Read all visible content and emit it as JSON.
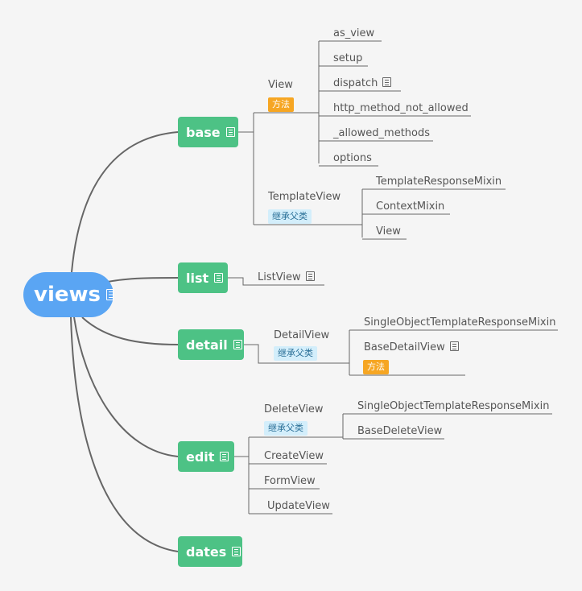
{
  "root": {
    "label": "views"
  },
  "branches": {
    "base": {
      "label": "base",
      "view": {
        "label": "View",
        "tag": "方法",
        "methods": [
          "as_view",
          "setup",
          "dispatch",
          "http_method_not_allowed",
          "_allowed_methods",
          "options"
        ]
      },
      "template_view": {
        "label": "TemplateView",
        "tag": "继承父类",
        "parents": [
          "TemplateResponseMixin",
          "ContextMixin",
          "View"
        ]
      }
    },
    "list": {
      "label": "list",
      "list_view": "ListView"
    },
    "detail": {
      "label": "detail",
      "detail_view": {
        "label": "DetailView",
        "tag": "继承父类",
        "parents": [
          "SingleObjectTemplateResponseMixin",
          "BaseDetailView"
        ],
        "base_tag": "方法"
      }
    },
    "edit": {
      "label": "edit",
      "delete_view": {
        "label": "DeleteView",
        "tag": "继承父类",
        "parents": [
          "SingleObjectTemplateResponseMixin",
          "BaseDeleteView"
        ]
      },
      "others": [
        "CreateView",
        "FormView",
        "UpdateView"
      ]
    },
    "dates": {
      "label": "dates"
    }
  }
}
